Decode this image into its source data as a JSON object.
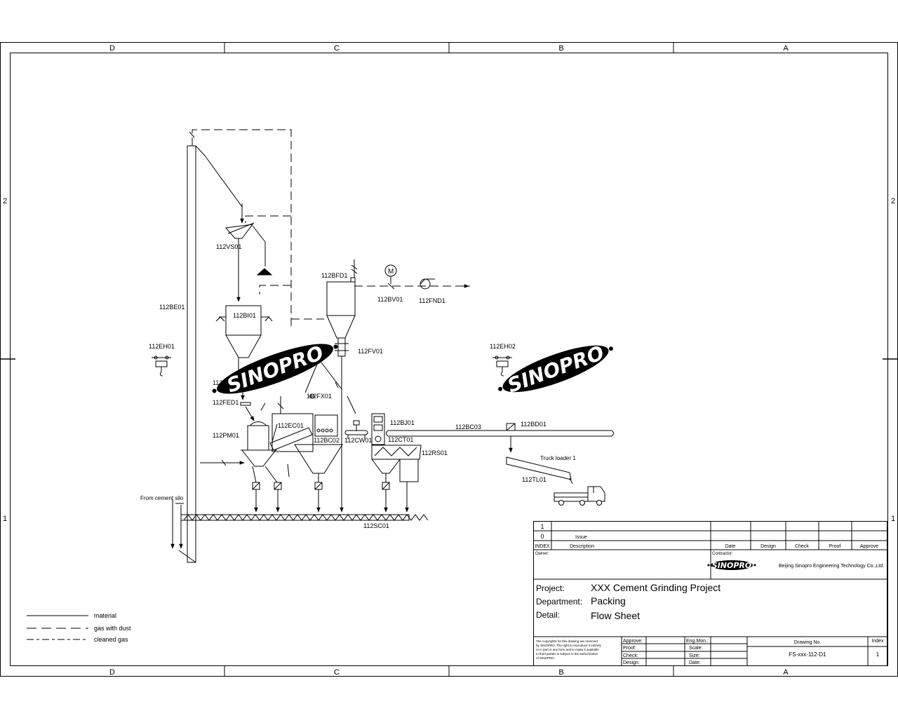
{
  "frame": {
    "columns": [
      "D",
      "C",
      "B",
      "A"
    ],
    "rows": [
      "2",
      "1"
    ]
  },
  "equipment": {
    "be01": "112BE01",
    "vs01": "112VS01",
    "bi01": "112BI01",
    "eh01": "112EH01",
    "sc_partial": "112SC",
    "fe01": "112FED1",
    "pm01": "112PM01",
    "ec01": "112EC01",
    "fx01": "112FX01",
    "bc02": "112BC02",
    "cw01": "112CW01",
    "bj01": "112BJ01",
    "ct01": "112CT01",
    "rs01": "112RS01",
    "bc03": "112BC03",
    "bd01": "112BD01",
    "bf01": "112BFD1",
    "bv01": "112BV01",
    "fn01": "112FND1",
    "fv01": "112FV01",
    "eh02": "112EH02",
    "truck_loader": "Truck loader 1",
    "tl01": "112TL01",
    "sc01": "112SC01",
    "from_silo": "From cement silo",
    "motor": "M"
  },
  "watermark": {
    "text": "SINOPRO"
  },
  "legend": [
    {
      "label": "material",
      "style": "solid"
    },
    {
      "label": "gas with dust",
      "style": "dashed"
    },
    {
      "label": "cleaned gas",
      "style": "dashdot"
    }
  ],
  "title_block": {
    "rev_rows": [
      {
        "index": "1",
        "description": ""
      },
      {
        "index": "0",
        "description": "Issue"
      }
    ],
    "headers": {
      "index": "INDEX",
      "description": "Description",
      "date": "Date",
      "design": "Design",
      "check": "Check",
      "proof": "Proof",
      "approve": "Approve"
    },
    "owner_label": "Owner:",
    "contractor_label": "Contractor:",
    "contractor_logo": "SINOPRO",
    "contractor_name": "Beijing Sinopro Engineering Technology Co.,Ltd.",
    "project_label": "Project:",
    "project_value": "XXX Cement Grinding Project",
    "department_label": "Department:",
    "department_value": "Packing",
    "detail_label": "Detail:",
    "detail_value": "Flow Sheet",
    "copyright": [
      "The copyrights for this drawing are reserved",
      "by SINOPRO. The right to reproduce it entirely",
      "or in part in any form and to make it available",
      "to third parties is subject to the authorization",
      "of SINOPRO."
    ],
    "approve_label": "Approve:",
    "proof_label": "Proof:",
    "check_label": "Check:",
    "design_label": "Design:",
    "eng_mon_label": "Eng.Mon.:",
    "scale_label": "Scale:",
    "size_label": "Size:",
    "date_label": "Date:",
    "drawing_no_label": "Drawing No.",
    "drawing_no_value": "FS-xxx-112-D1",
    "index_label": "Index",
    "index_value": "1"
  }
}
